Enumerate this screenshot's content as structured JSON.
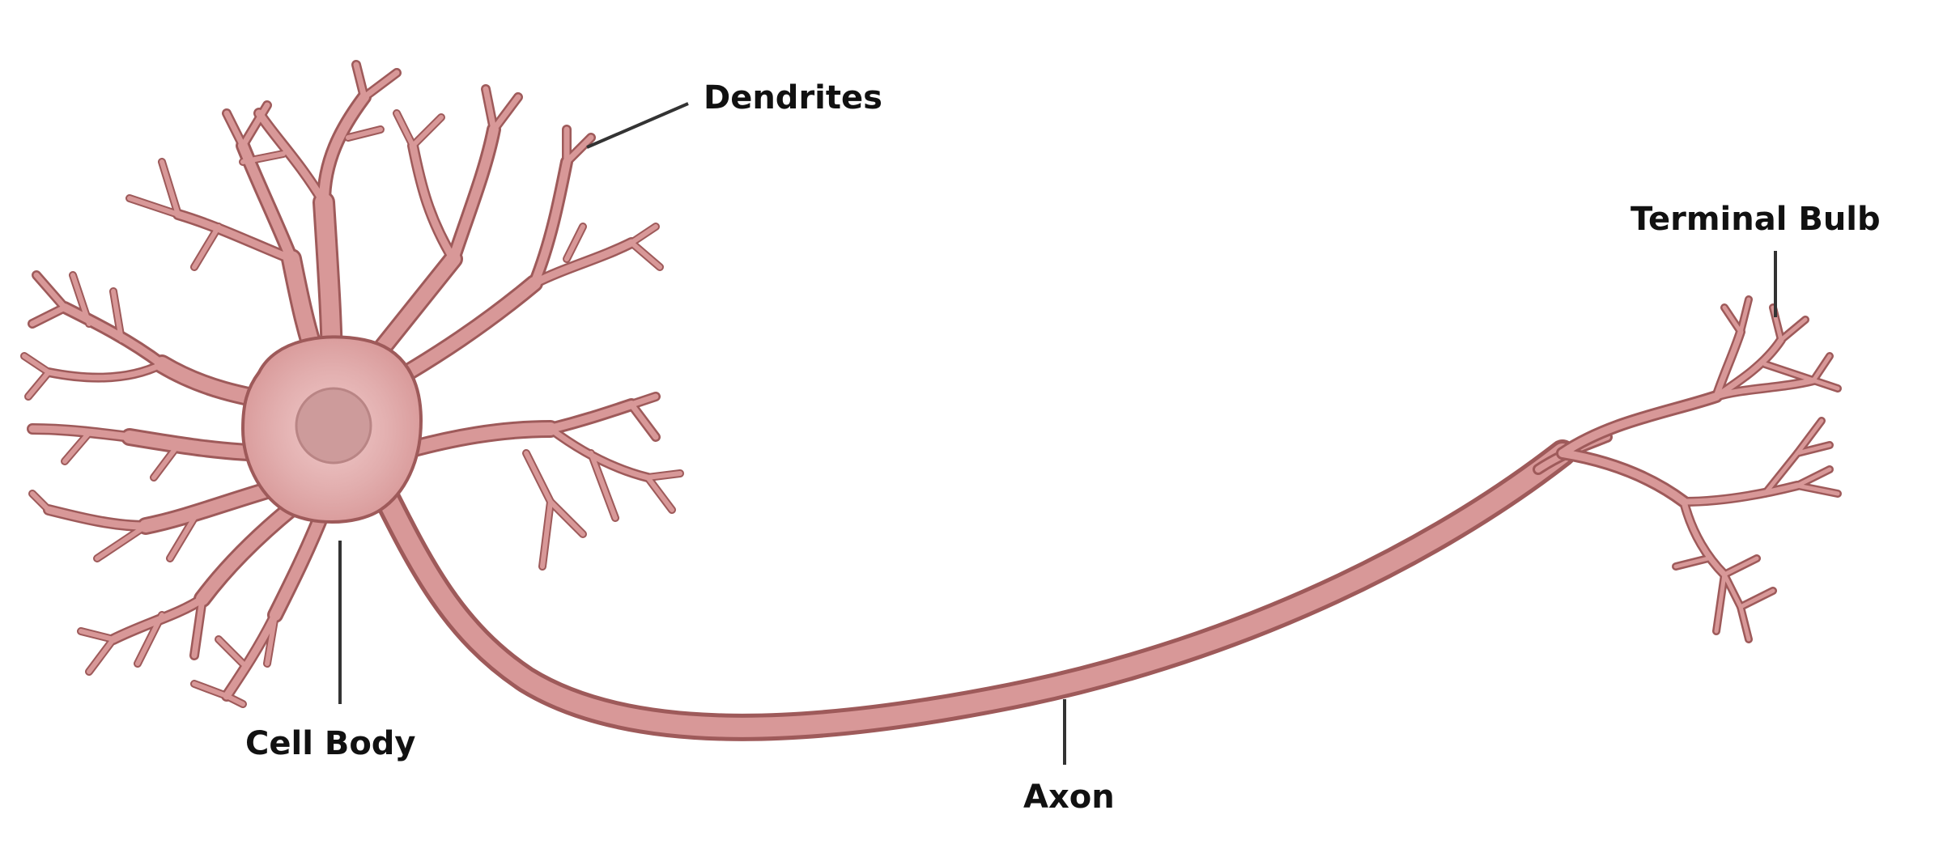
{
  "diagram": {
    "labels": {
      "dendrites": "Dendrites",
      "terminal_bulb": "Terminal Bulb",
      "cell_body": "Cell Body",
      "axon": "Axon"
    },
    "colors": {
      "background": "#ffffff",
      "membrane_fill": "#d89898",
      "membrane_outline": "#9e5a5a",
      "soma_inner": "#ecc2c2",
      "nucleus": "#cd9b9b",
      "leader_line": "#333333",
      "label_text": "#111111"
    }
  }
}
